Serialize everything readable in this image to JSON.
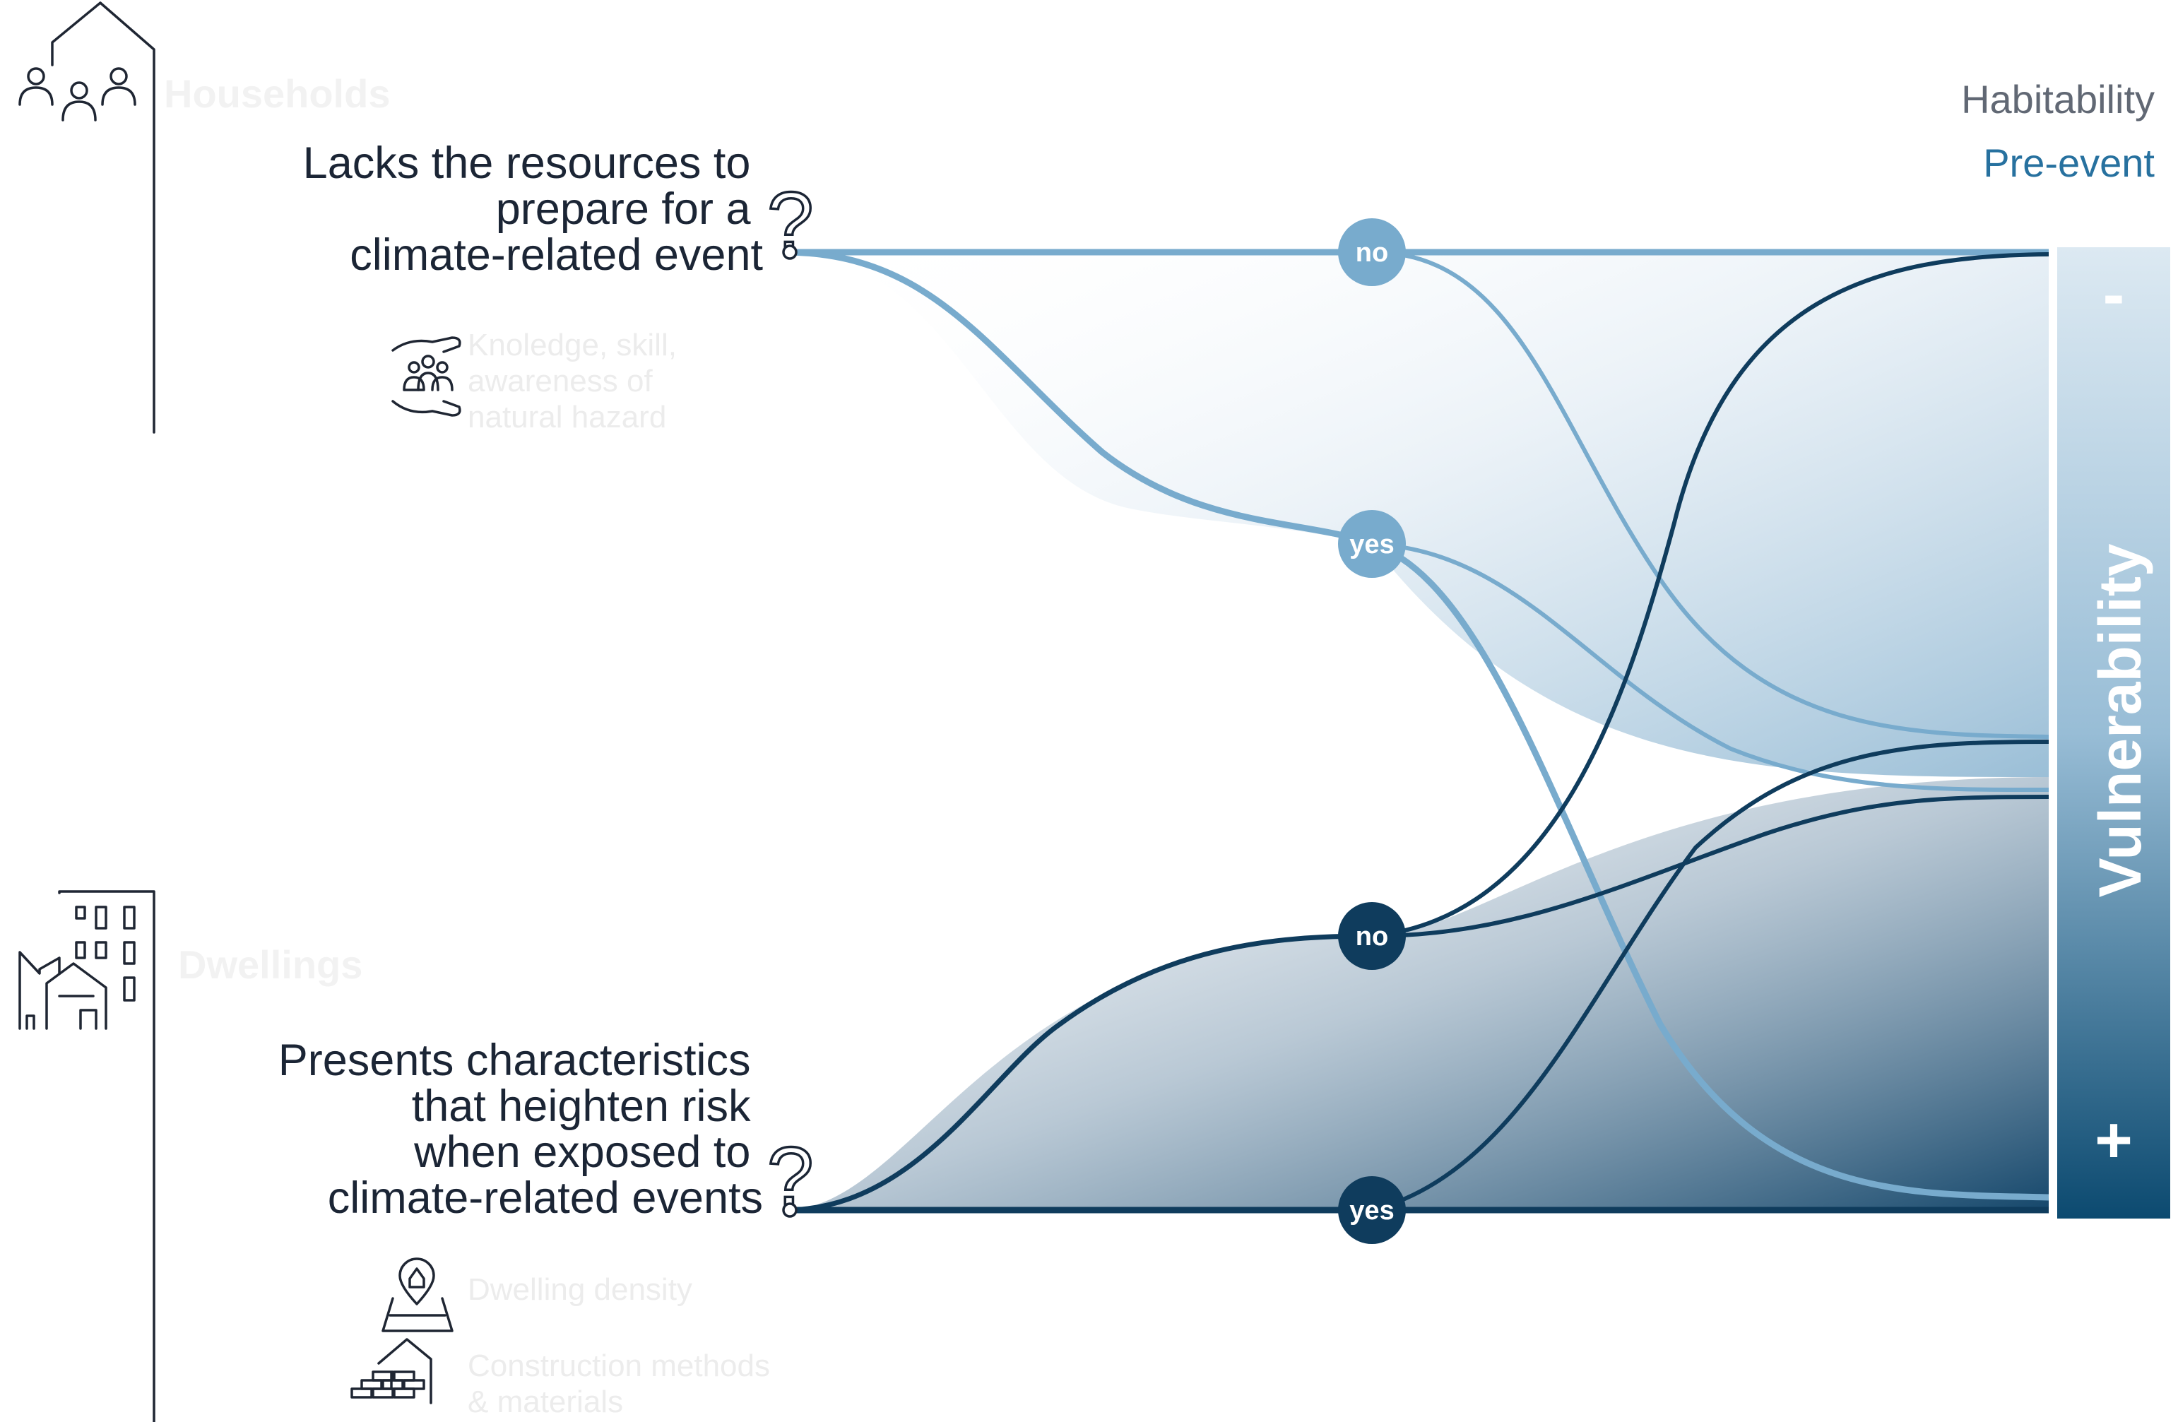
{
  "households": {
    "heading": "Households",
    "question": [
      "Lacks the resources to",
      "prepare for a",
      "climate-related event"
    ],
    "factor": [
      "Knoledge, skill,",
      "awareness of",
      "natural hazard"
    ],
    "icons": [
      "house-outline-icon",
      "people-group-icon",
      "hands-protecting-people-icon",
      "question-mark-icon"
    ]
  },
  "dwellings": {
    "heading": "Dwellings",
    "question": [
      "Presents characteristics",
      "that heighten risk",
      "when exposed to",
      "climate-related events"
    ],
    "factors": [
      {
        "icon": "map-pin-icon",
        "lines": [
          "Dwelling density"
        ]
      },
      {
        "icon": "house-bricks-icon",
        "lines": [
          "Construction methods",
          "& materials"
        ]
      }
    ],
    "icons": [
      "buildings-icon",
      "question-mark-icon"
    ]
  },
  "legend": {
    "line1": "Habitability",
    "line2": "Pre-event",
    "colors": {
      "line1": "#616874",
      "line2": "#27719f"
    }
  },
  "nodes": {
    "households_no": "no",
    "households_yes": "yes",
    "dwellings_no": "no",
    "dwellings_yes": "yes"
  },
  "vulnerability": {
    "label": "Vulnerability",
    "low_symbol": "-",
    "high_symbol": "+"
  },
  "colors": {
    "households_flow": "#78abcd",
    "dwellings_flow": "#0f3c5d",
    "bar_top": "#dce9f2",
    "bar_bottom": "#0c4a70"
  }
}
